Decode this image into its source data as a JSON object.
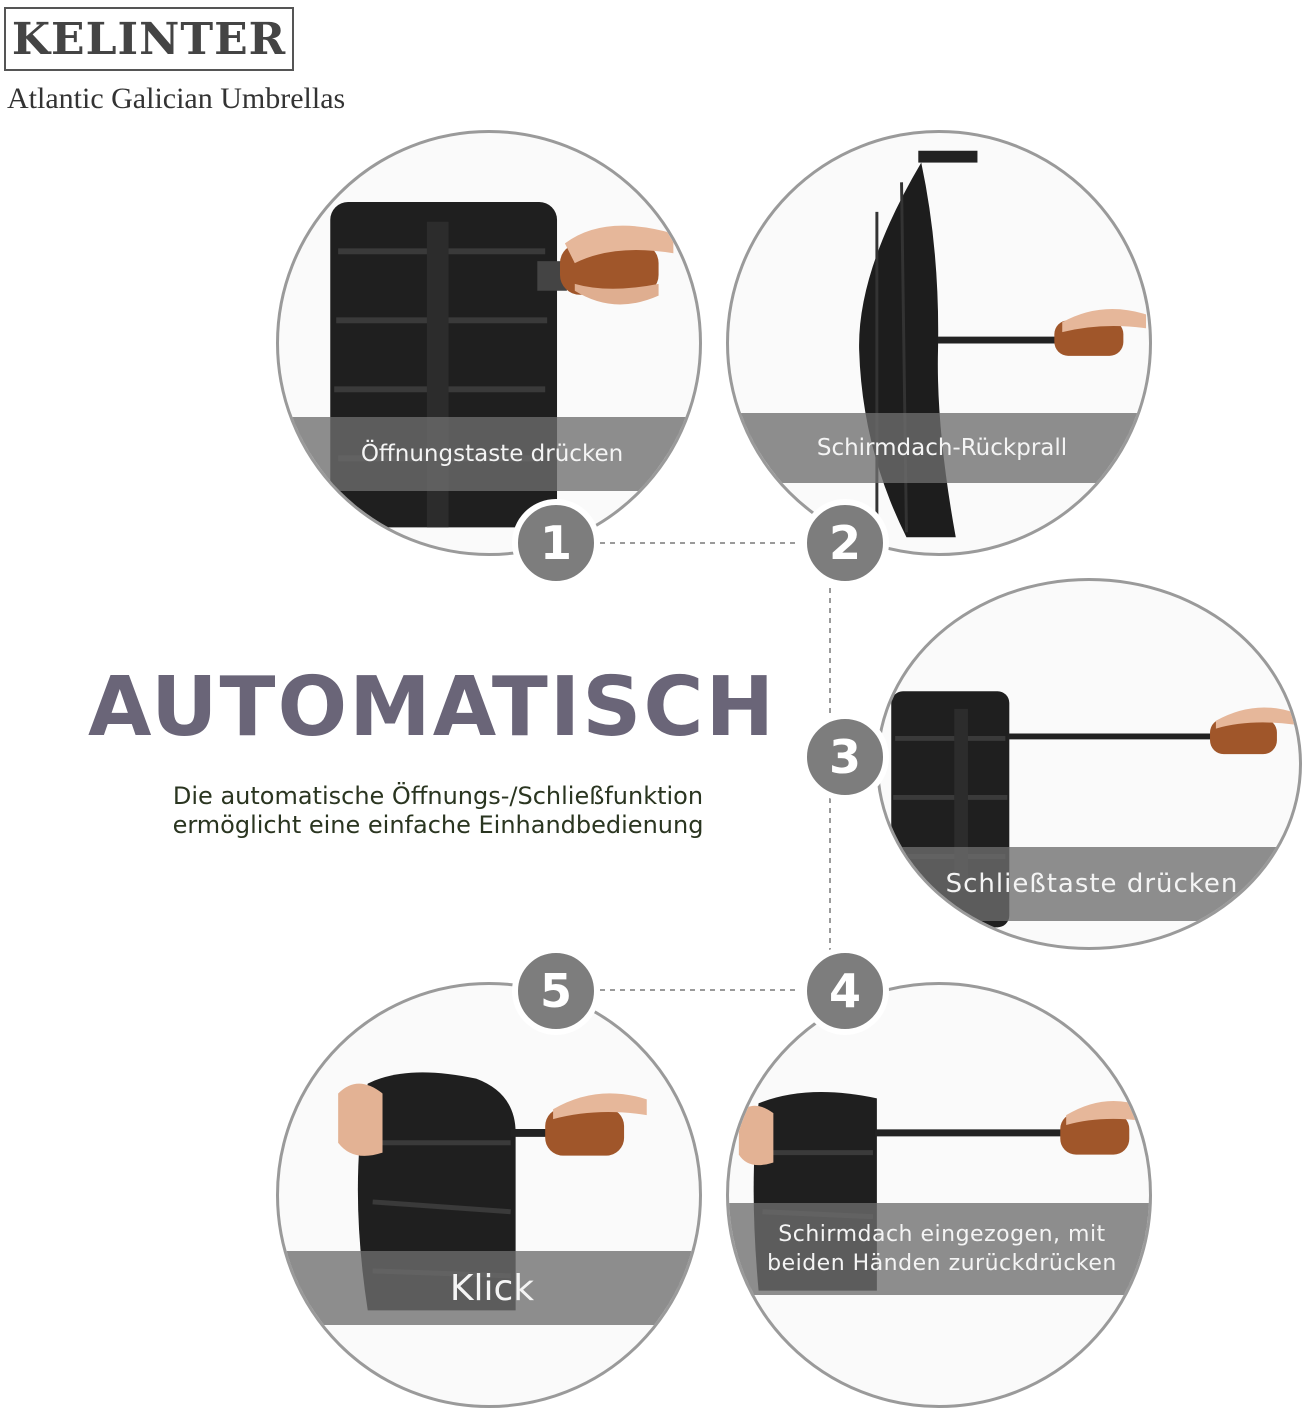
{
  "brand": {
    "name": "KELINTER",
    "tagline": "Atlantic Galician Umbrellas"
  },
  "headline": "AUTOMATISCH",
  "subline": {
    "line1": "Die automatische Öffnungs-/Schließfunktion",
    "line2": "ermöglicht eine einfache Einhandbedienung"
  },
  "steps": [
    {
      "number": "1",
      "caption": "Öffnungstaste drücken",
      "photo": "folded-umbrella-hand-holding-wooden-handle"
    },
    {
      "number": "2",
      "caption": "Schirmdach-Rückprall",
      "photo": "open-umbrella-canopy-hand-holding-shaft"
    },
    {
      "number": "3",
      "caption": "Schließtaste drücken",
      "photo": "folded-umbrella-long-shaft-wooden-handle"
    },
    {
      "number": "4",
      "caption_line1": "Schirmdach eingezogen, mit",
      "caption_line2": "beiden Händen zurückdrücken",
      "photo": "collapsed-umbrella-extended-shaft"
    },
    {
      "number": "5",
      "caption": "Klick",
      "photo": "hands-pushing-umbrella-closed"
    }
  ],
  "colors": {
    "headline": "#6a6578",
    "subline": "#2a3520",
    "badge": "#7d7d7d",
    "caption_band": "#6e6e6e",
    "connector": "#9a9a9a"
  }
}
